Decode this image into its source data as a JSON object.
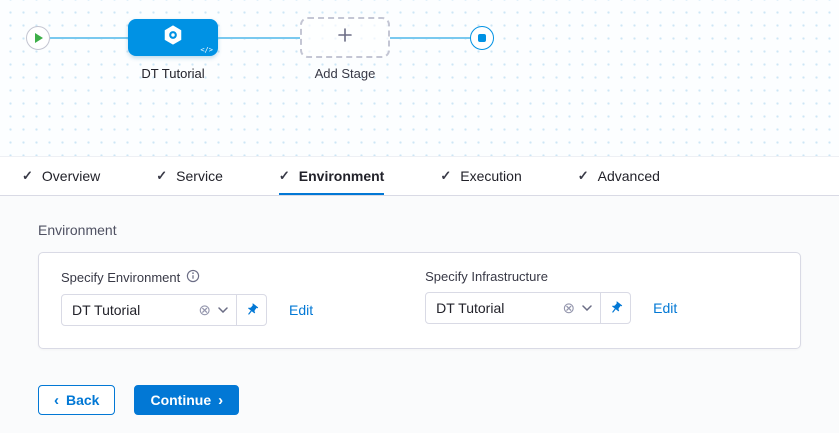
{
  "canvas": {
    "stage_name": "DT Tutorial",
    "add_stage_label": "Add Stage",
    "code_badge": "</>"
  },
  "tabs": [
    {
      "label": "Overview",
      "checked": true,
      "active": false
    },
    {
      "label": "Service",
      "checked": true,
      "active": false
    },
    {
      "label": "Environment",
      "checked": true,
      "active": true
    },
    {
      "label": "Execution",
      "checked": true,
      "active": false
    },
    {
      "label": "Advanced",
      "checked": true,
      "active": false
    }
  ],
  "environment_section": {
    "heading": "Environment",
    "env_field": {
      "label": "Specify Environment",
      "value": "DT Tutorial",
      "edit_label": "Edit"
    },
    "infra_field": {
      "label": "Specify Infrastructure",
      "value": "DT Tutorial",
      "edit_label": "Edit"
    }
  },
  "footer": {
    "back_label": "Back",
    "continue_label": "Continue",
    "back_chevron": "‹",
    "continue_chevron": "›"
  },
  "icons": {
    "check": "✓",
    "clear": "⊗",
    "plus": "+"
  },
  "colors": {
    "accent_blue": "#0278d5",
    "node_blue": "#0092e4",
    "play_green": "#3dae48",
    "connector_blue": "#79c9ef",
    "border_gray": "#d9dae5",
    "content_bg": "#fafbfc"
  }
}
